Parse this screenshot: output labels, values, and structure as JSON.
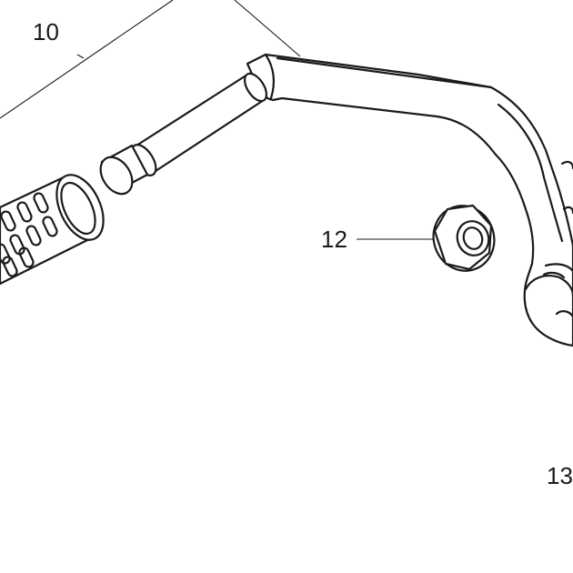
{
  "callouts": {
    "part_10": "10",
    "part_12": "12",
    "part_13": "13"
  },
  "colors": {
    "line": "#1a1a1a",
    "background": "#ffffff"
  }
}
